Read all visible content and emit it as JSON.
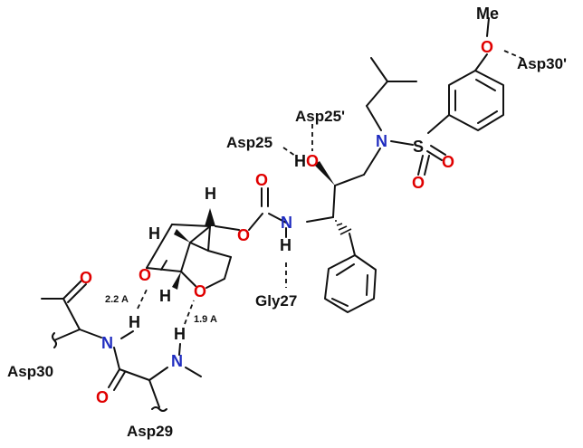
{
  "colors": {
    "bond": "#111111",
    "oxygen": "#e00000",
    "nitrogen": "#1f2cc0",
    "text": "#111111",
    "background": "#ffffff"
  },
  "atoms": {
    "oxygen": "O",
    "nitrogen": "N",
    "hydrogen": "H",
    "sulfur": "S",
    "methyl": "Me"
  },
  "residues": {
    "asp30": "Asp30",
    "asp29": "Asp29",
    "asp25": "Asp25",
    "asp25_prime": "Asp25'",
    "asp30_prime": "Asp30'",
    "gly27": "Gly27"
  },
  "distances": {
    "bond_a": "2.2 A",
    "bond_b": "1.9 A"
  }
}
